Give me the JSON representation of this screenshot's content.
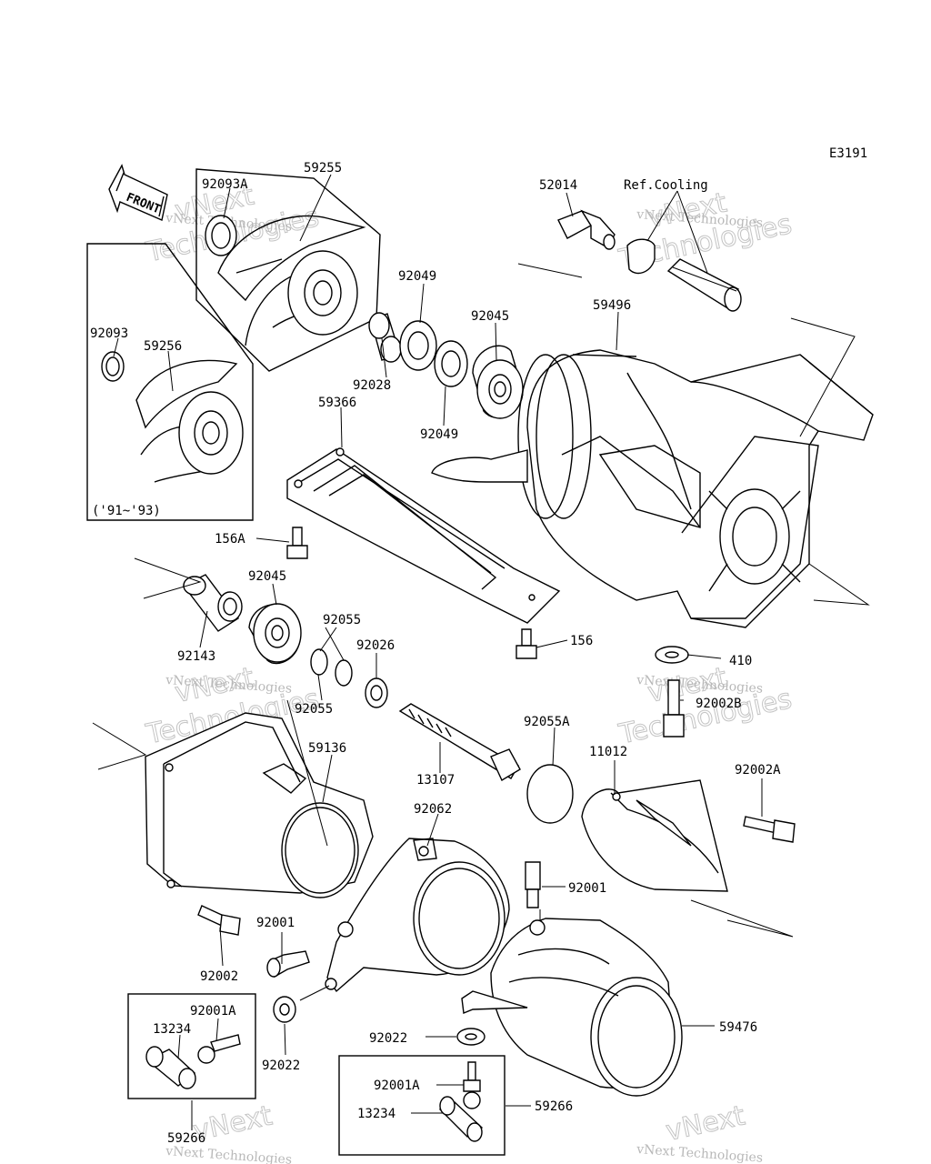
{
  "diagram_code": "E3191",
  "front_label": "FRONT",
  "watermark": {
    "line1": "vNext Technologies",
    "outline1": "vNext",
    "outline2": "Technologies"
  },
  "labels": {
    "p92093A": "92093A",
    "p59255": "59255",
    "p92093": "92093",
    "p59256": "59256",
    "years": "('91~'93)",
    "p52014": "52014",
    "ref_cooling": "Ref.Cooling",
    "p92049a": "92049",
    "p92049b": "92049",
    "p92045a": "92045",
    "p92045b": "92045",
    "p59496": "59496",
    "p92028": "92028",
    "p59366": "59366",
    "p156A": "156A",
    "p156": "156",
    "p92143": "92143",
    "p92055a": "92055",
    "p92055b": "92055",
    "p92026": "92026",
    "p410": "410",
    "p92002B": "92002B",
    "p59136": "59136",
    "p92055A": "92055A",
    "p11012": "11012",
    "p13107": "13107",
    "p92002A": "92002A",
    "p92062": "92062",
    "p92001a": "92001",
    "p92001b": "92001",
    "p92002": "92002",
    "p92001Aa": "92001A",
    "p13234a": "13234",
    "p92022a": "92022",
    "p92022b": "92022",
    "p59476": "59476",
    "p92001Ab": "92001A",
    "p13234b": "13234",
    "p59266a": "59266",
    "p59266b": "59266"
  }
}
